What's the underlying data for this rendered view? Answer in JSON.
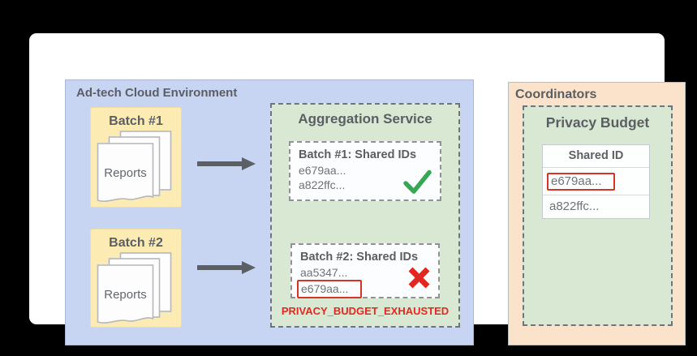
{
  "adtech_panel": {
    "title": "Ad-tech Cloud Environment",
    "batch1": {
      "title": "Batch #1",
      "doc_label": "Reports"
    },
    "batch2": {
      "title": "Batch #2",
      "doc_label": "Reports"
    },
    "aggregation": {
      "title": "Aggregation Service",
      "result1": {
        "title": "Batch #1: Shared IDs",
        "id1": "e679aa...",
        "id2": "a822ffc...",
        "status": "success"
      },
      "result2": {
        "title": "Batch #2: Shared IDs",
        "id1": "aa5347...",
        "id2": "e679aa...",
        "status": "rejected",
        "highlighted_id": "e679aa..."
      },
      "error_label": "PRIVACY_BUDGET_EXHAUSTED"
    }
  },
  "coordinators_panel": {
    "title": "Coordinators",
    "privacy_budget": {
      "title": "Privacy Budget",
      "table": {
        "header": "Shared ID",
        "row1": "e679aa...",
        "row1_highlighted": true,
        "row2": "a822ffc..."
      }
    }
  },
  "icons": {
    "flow": "right-arrow",
    "success": "green-checkmark",
    "failure": "red-x",
    "documents": "report-stack"
  },
  "colors": {
    "adtech_bg": "#c7d5f3",
    "batch_bg": "#fcecb4",
    "service_bg": "#d9e8d3",
    "coordinators_bg": "#fbe3cb",
    "success_green": "#34a853",
    "error_red": "#e8261c",
    "highlight_red": "#d63429"
  }
}
